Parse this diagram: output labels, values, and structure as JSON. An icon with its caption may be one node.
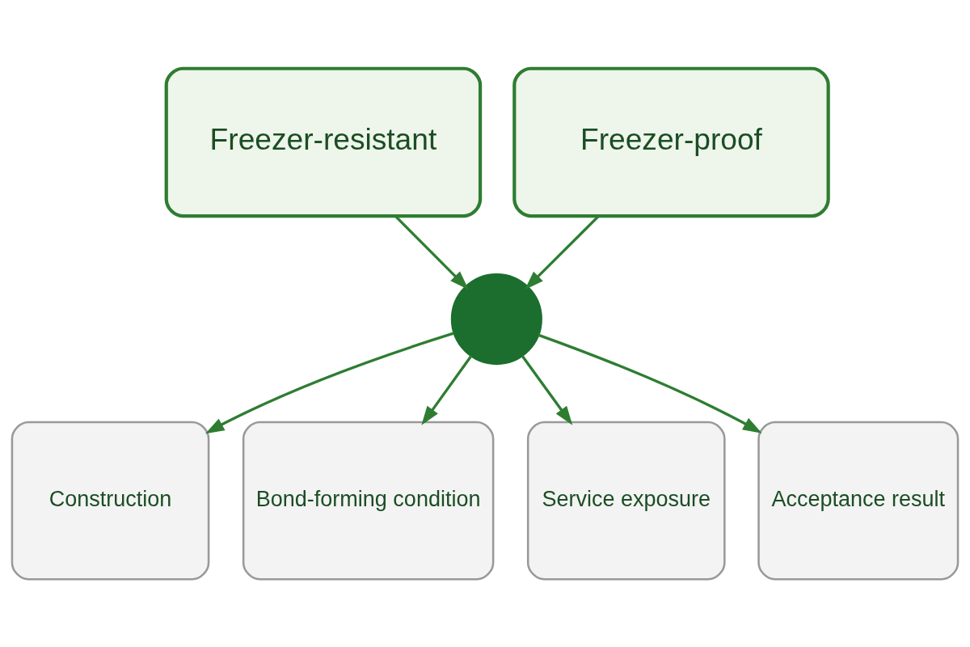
{
  "diagram": {
    "nodes": [
      {
        "text": [
          "Freezer-resistant"
        ]
      },
      {
        "text": [
          "Freezer-proof"
        ]
      },
      {
        "text": [],
        "shape": "circle"
      },
      {
        "text": [
          "Construction"
        ]
      },
      {
        "text": [
          "Bond-forming condition"
        ]
      },
      {
        "text": [
          "Service exposure"
        ]
      },
      {
        "text": [
          "Acceptance result"
        ]
      }
    ],
    "edges": [
      {
        "from": 0,
        "to": 2,
        "arrow": "to"
      },
      {
        "from": 1,
        "to": 2,
        "arrow": "to"
      },
      {
        "from": 2,
        "to": 3,
        "arrow": "to"
      },
      {
        "from": 2,
        "to": 4,
        "arrow": "to"
      },
      {
        "from": 2,
        "to": 5,
        "arrow": "to"
      },
      {
        "from": 2,
        "to": 6,
        "arrow": "to"
      }
    ]
  }
}
